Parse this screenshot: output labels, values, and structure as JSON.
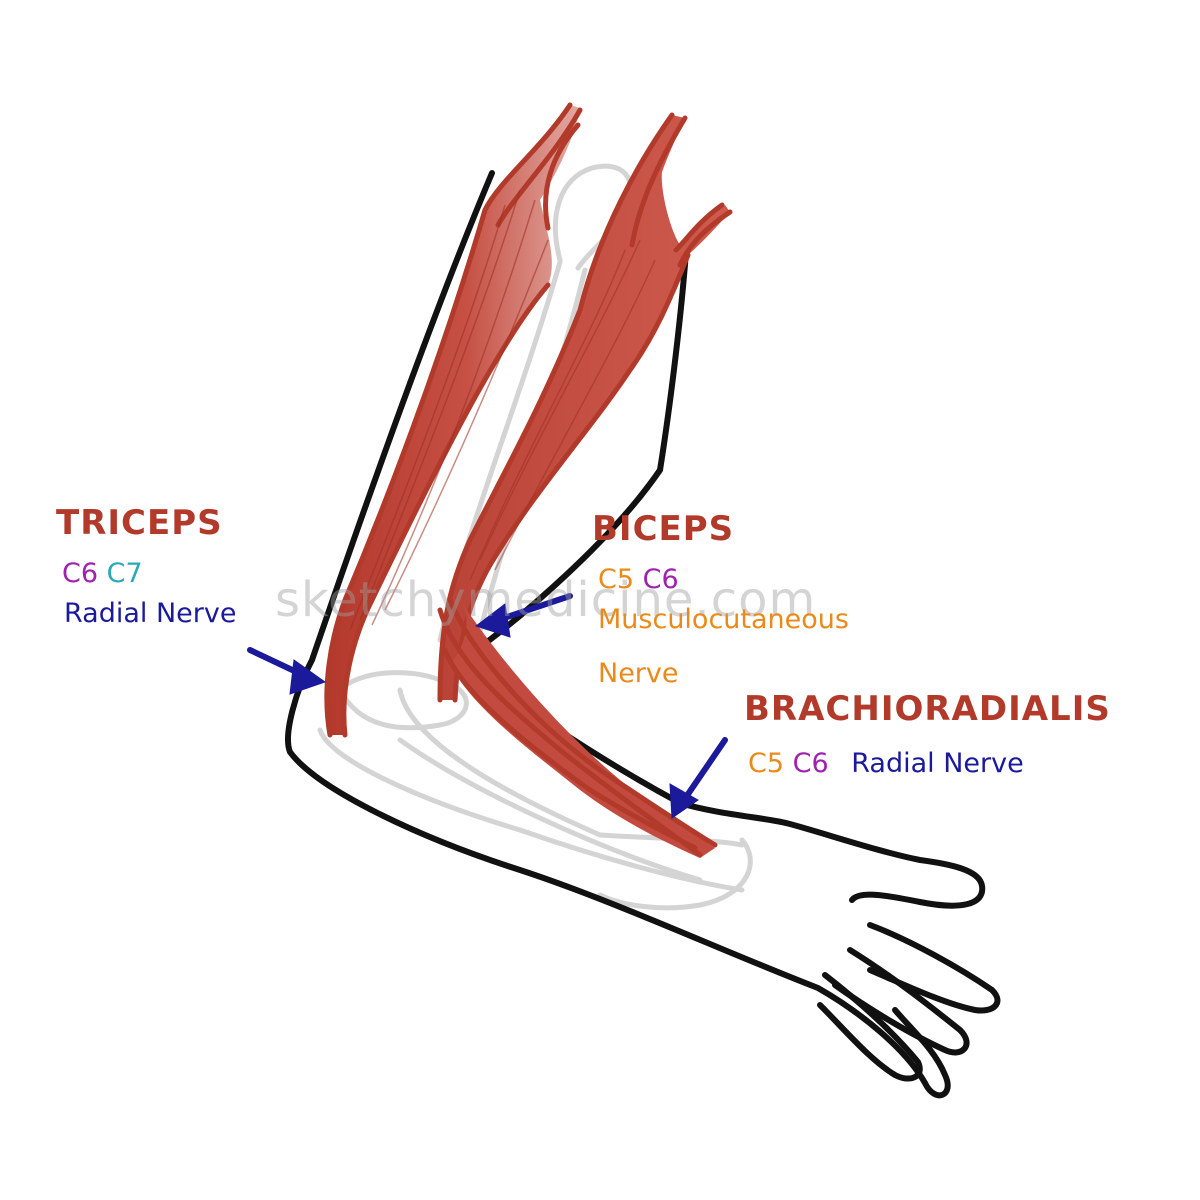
{
  "triceps": {
    "title": "TRICEPS",
    "roots": [
      "C6",
      "C7"
    ],
    "nerve": "Radial Nerve"
  },
  "biceps": {
    "title": "BICEPS",
    "roots": [
      "C5",
      "C6"
    ],
    "nerve_line1": "Musculocutaneous",
    "nerve_line2": "Nerve"
  },
  "brachioradialis": {
    "title": "BRACHIORADIALIS",
    "roots": [
      "C5",
      "C6"
    ],
    "nerve": "Radial Nerve"
  },
  "watermark": "sketchymedicine.com",
  "colors": {
    "muscle": "#b23a2b",
    "muscle_fill": "#c0463a",
    "outline": "#111111",
    "bone": "#d4d4d4",
    "arrow": "#1a1a9a",
    "c5": "#ea8a1a",
    "c6": "#a020b0",
    "c7": "#2aaab8",
    "musculocutaneous": "#ea8a1a"
  }
}
